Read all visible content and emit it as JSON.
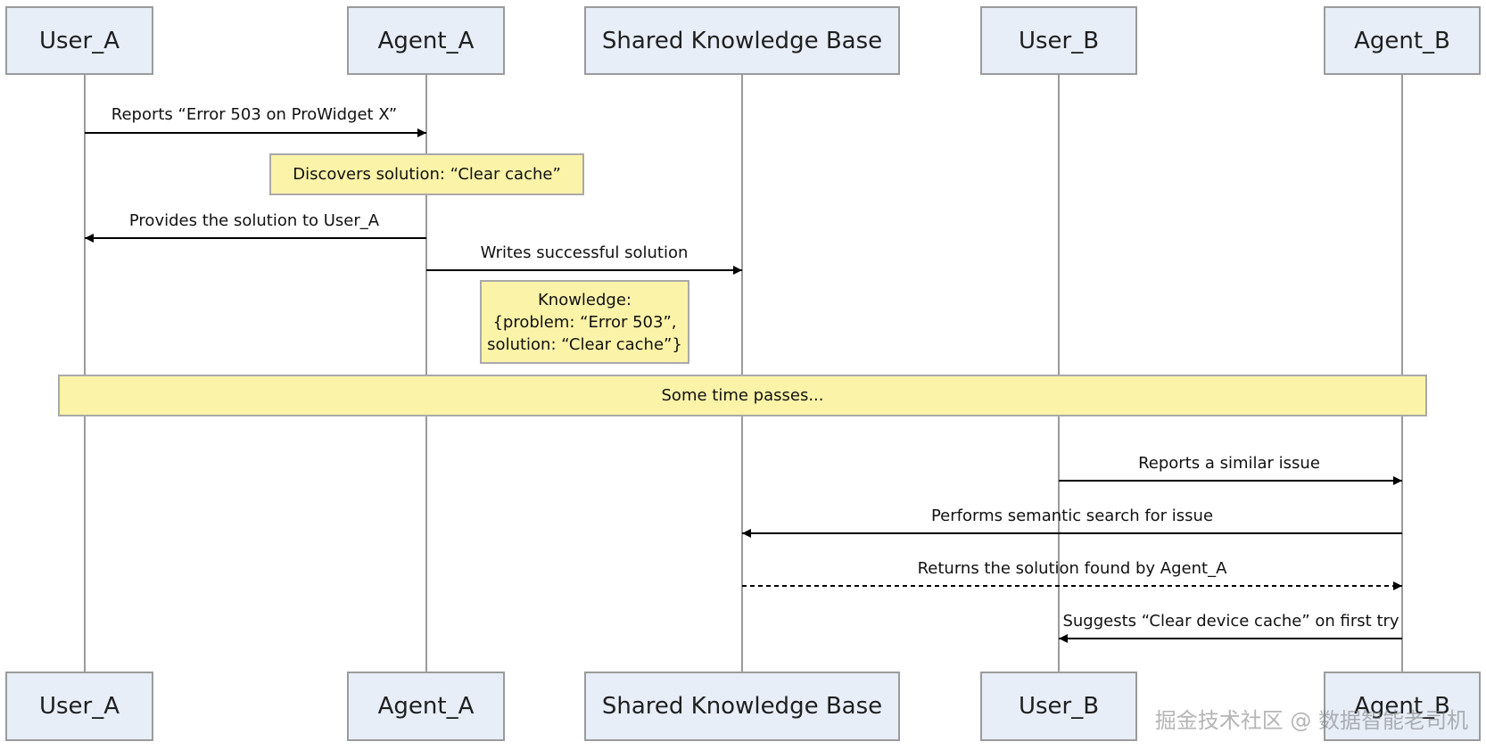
{
  "participants": [
    "User_A",
    "Agent_A",
    "Shared Knowledge Base",
    "User_B",
    "Agent_B"
  ],
  "messages": [
    {
      "from": 0,
      "to": 1,
      "label": "Reports “Error 503 on ProWidget X”",
      "style": "solid"
    },
    {
      "from": 1,
      "to": 0,
      "label": "Provides the solution to User_A",
      "style": "solid"
    },
    {
      "from": 1,
      "to": 2,
      "label": "Writes successful solution",
      "style": "solid"
    },
    {
      "from": 3,
      "to": 4,
      "label": "Reports a similar issue",
      "style": "solid"
    },
    {
      "from": 4,
      "to": 2,
      "label": "Performs semantic search for issue",
      "style": "solid"
    },
    {
      "from": 2,
      "to": 4,
      "label": "Returns the solution found by Agent_A",
      "style": "dashed"
    },
    {
      "from": 4,
      "to": 3,
      "label": "Suggests “Clear device cache” on first try",
      "style": "solid"
    }
  ],
  "notes": {
    "discovers": "Discovers solution: “Clear cache”",
    "knowledge": [
      "Knowledge:",
      "{problem: “Error 503”,",
      "solution: “Clear cache”}"
    ],
    "divider": "Some time passes..."
  },
  "watermark": "掘金技术社区 @ 数据智能老司机",
  "colors": {
    "actor_fill": "#e7eef8",
    "note_fill": "#fbf3a8",
    "border": "#9b9b9b",
    "line": "#9b9b9b",
    "arrow": "#000000"
  }
}
